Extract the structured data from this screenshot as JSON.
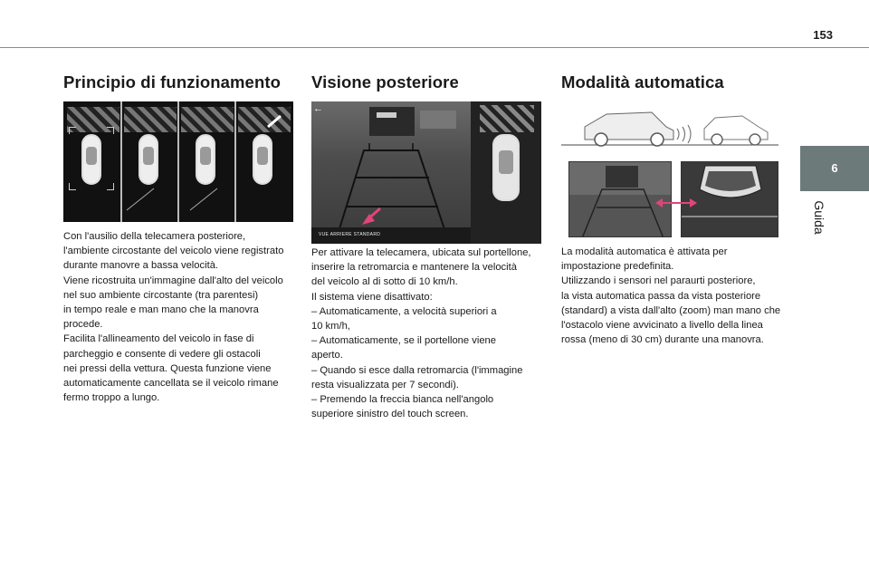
{
  "page": {
    "number": "153",
    "chapter_number": "6",
    "chapter_title": "Guida"
  },
  "sections": [
    {
      "title": "Principio di funzionamento",
      "body": "Con l'ausilio della telecamera posteriore,\nl'ambiente circostante del veicolo viene registrato\ndurante manovre a bassa velocità.\nViene ricostruita un'immagine dall'alto del veicolo\nnel suo ambiente circostante (tra parentesi)\nin tempo reale e man mano che la manovra\nprocede.\nFacilita l'allineamento del veicolo in fase di\nparcheggio e consente di vedere gli ostacoli\nnei pressi della vettura. Questa funzione viene\nautomaticamente cancellata se il veicolo rimane\nfermo troppo a lungo."
    },
    {
      "title": "Visione posteriore",
      "body": "Per attivare la telecamera, ubicata sul portellone,\ninserire la retromarcia e mantenere la velocità\ndel veicolo al di sotto di 10 km/h.\nIl sistema viene disattivato:\n–  Automaticamente, a velocità superiori a\n10 km/h,\n–  Automaticamente, se il portellone viene\naperto.\n–  Quando si esce dalla retromarcia (l'immagine\nresta visualizzata per 7 secondi).\n–  Premendo la freccia bianca nell'angolo\nsuperiore sinistro del touch screen.",
      "screen_caption": "VUE ARRIERE STANDARD"
    },
    {
      "title": "Modalità automatica",
      "body": "La modalità automatica è attivata per\nimpostazione predefinita.\nUtilizzando i sensori nel paraurti posteriore,\nla vista automatica passa da vista posteriore\n(standard) a vista dall'alto (zoom) man mano che\nl'ostacolo viene avvicinato a livello della linea\nrossa (meno di 30 cm) durante una manovra."
    }
  ],
  "colors": {
    "tab_background": "#6d7a7a",
    "arrow_accent": "#e0457a"
  },
  "icons": {
    "back_arrow": "arrow-left-icon"
  }
}
